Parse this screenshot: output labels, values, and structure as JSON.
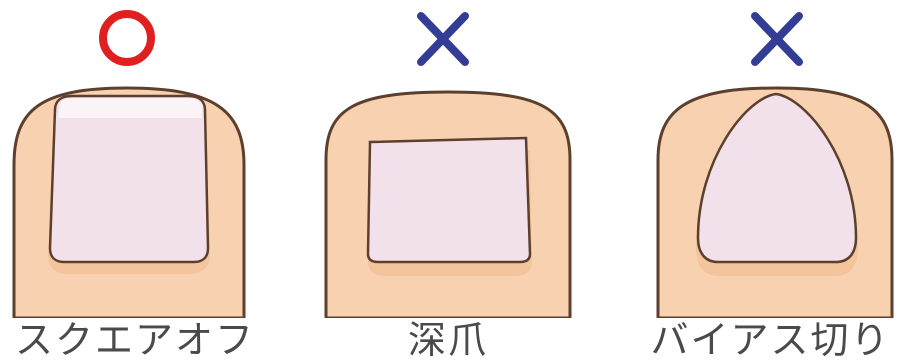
{
  "colors": {
    "skin": "#f8d2b0",
    "skin_shade": "#f0b98c",
    "outline": "#5c3f2c",
    "nail": "#f2e1ea",
    "nail_highlight": "#fbf4f7",
    "ok_mark": "#e02020",
    "ng_mark": "#333d96",
    "label_text": "#4a4a4a"
  },
  "panels": [
    {
      "mark_icon": "circle-ok-icon",
      "label": "スクエアオフ"
    },
    {
      "mark_icon": "cross-ng-icon",
      "label": "深爪"
    },
    {
      "mark_icon": "cross-ng-icon",
      "label": "バイアス切り"
    }
  ]
}
